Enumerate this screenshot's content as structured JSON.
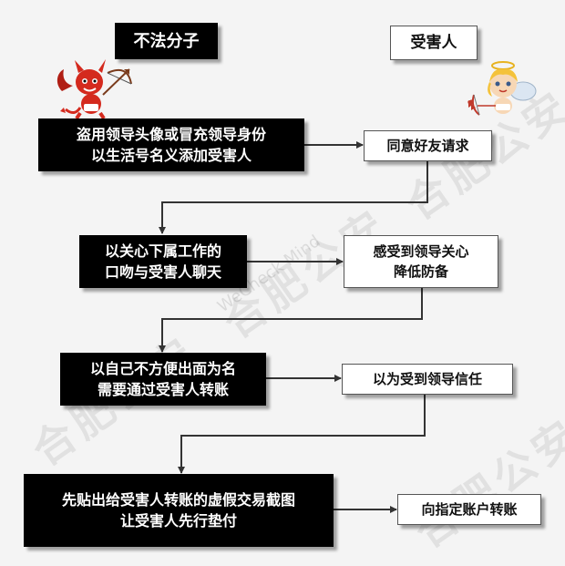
{
  "watermark": {
    "text": "合肥公安",
    "small_text": "WeCheck Mind"
  },
  "headers": {
    "perpetrator": "不法分子",
    "victim": "受害人"
  },
  "steps": [
    {
      "action": "盗用领导头像或冒充领导身份\n以生活号名义添加受害人",
      "response": "同意好友请求"
    },
    {
      "action": "以关心下属工作的\n口吻与受害人聊天",
      "response": "感受到领导关心\n降低防备"
    },
    {
      "action": "以自己不方便出面为名\n需要通过受害人转账",
      "response": "以为受到领导信任"
    },
    {
      "action": "先贴出给受害人转账的虚假交易截图\n让受害人先行垫付",
      "response": "向指定账户转账"
    }
  ],
  "colors": {
    "dark_box": "#000000",
    "light_box": "#ffffff",
    "arrow": "#333333",
    "devil": "#d42a1e",
    "angel": "#f4c23a"
  },
  "icons": {
    "perpetrator": "devil-icon",
    "victim": "cupid-angel-icon"
  }
}
